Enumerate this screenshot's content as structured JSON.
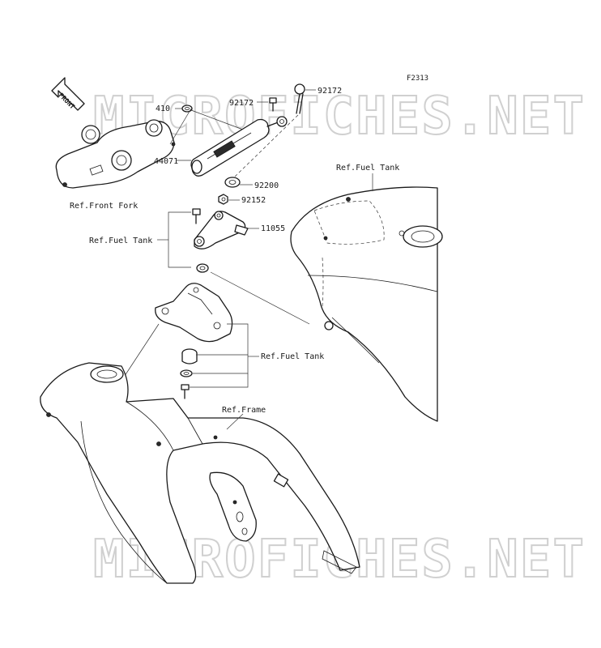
{
  "figure_code": "F2313",
  "watermark": "MICROFICHES.NET",
  "front_badge": "FRONT",
  "part_labels": {
    "p410": "410",
    "p92172_a": "92172",
    "p92172_b": "92172",
    "p44071": "44071",
    "p92200": "92200",
    "p92152": "92152",
    "p11055": "11055"
  },
  "reference_labels": {
    "front_fork": "Ref.Front Fork",
    "fuel_tank_top": "Ref.Fuel Tank",
    "fuel_tank_left": "Ref.Fuel Tank",
    "fuel_tank_mid": "Ref.Fuel Tank",
    "frame": "Ref.Frame"
  },
  "colors": {
    "line": "#1a1a1a",
    "watermark": "#d0d0d0",
    "background": "#ffffff"
  }
}
